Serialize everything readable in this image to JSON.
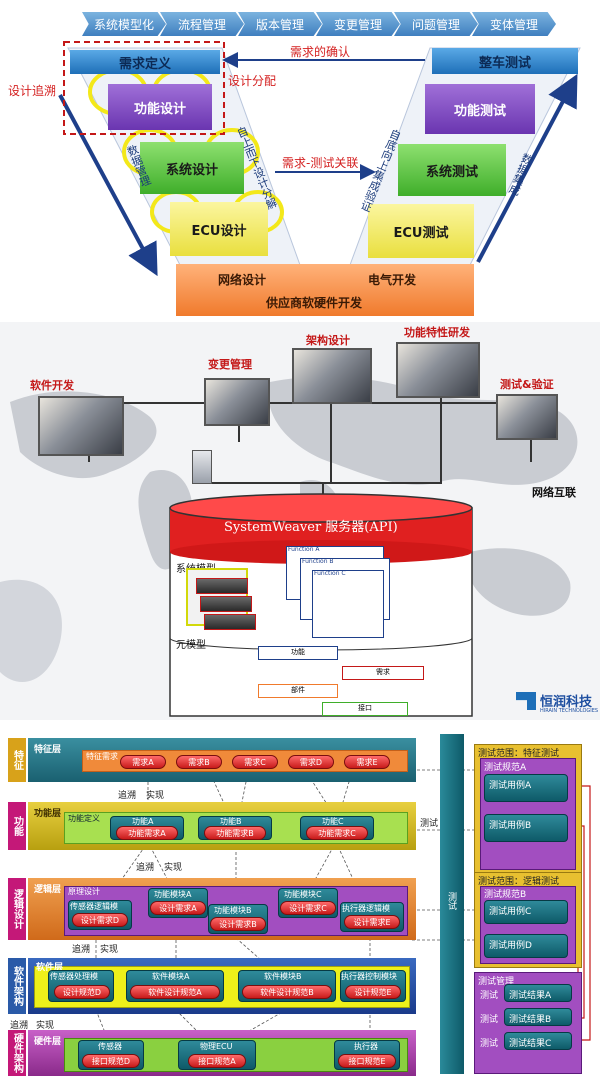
{
  "vmodel": {
    "chevrons": [
      "系统模型化",
      "流程管理",
      "版本管理",
      "变更管理",
      "问题管理",
      "变体管理"
    ],
    "left": {
      "req_def": "需求定义",
      "func_design": "功能设计",
      "sys_design": "系统设计",
      "ecu_design": "ECU设计"
    },
    "right": {
      "vehicle_test": "整车测试",
      "func_test": "功能测试",
      "sys_test": "系统测试",
      "ecu_test": "ECU测试"
    },
    "bottom": {
      "network": "网络设计",
      "electrical": "电气开发",
      "supplier": "供应商软硬件开发"
    },
    "annotations": {
      "req_confirm": "需求的确认",
      "design_alloc": "设计分配",
      "design_trace": "设计追溯",
      "req_test_link": "需求-测试关联",
      "data_mgmt": "数据管理",
      "top_down": "自上而下设计分解",
      "bottom_up": "自底向上集成验证",
      "data_integrate": "数据集成"
    },
    "colors": {
      "chevron": "#3f7fbf",
      "trace_box": "#c41818"
    }
  },
  "architecture": {
    "photos": {
      "software": "软件开发",
      "change": "变更管理",
      "arch": "架构设计",
      "feature": "功能特性研发",
      "test": "测试&验证"
    },
    "network": "网络互联",
    "server_title": "SystemWeaver 服务器(API)",
    "system_model": "系统模型",
    "meta_model": "元模型",
    "fn_labels": [
      "Function A",
      "Function B",
      "Function C"
    ],
    "meta_nodes": [
      "功能",
      "需求",
      "部件",
      "接口"
    ],
    "logo_text": "恒润科技",
    "logo_sub": "HIRAIN TECHNOLOGIES"
  },
  "layers": {
    "tabs": [
      "特征",
      "功能",
      "逻辑设计",
      "软件架构",
      "硬件架构"
    ],
    "feature": {
      "name": "特征层",
      "inner": "特征需求",
      "reqs": [
        "需求A",
        "需求B",
        "需求C",
        "需求D",
        "需求E"
      ]
    },
    "function": {
      "name": "功能层",
      "inner": "功能定义",
      "mods": [
        {
          "title": "功能A",
          "pill": "功能需求A"
        },
        {
          "title": "功能B",
          "pill": "功能需求B"
        },
        {
          "title": "功能C",
          "pill": "功能需求C"
        }
      ]
    },
    "logic": {
      "name": "逻辑层",
      "inner": "原理设计",
      "mods": [
        {
          "title": "传感器逻辑模",
          "pill": "设计需求D"
        },
        {
          "title": "功能模块A",
          "pill": "设计需求A"
        },
        {
          "title": "功能模块B",
          "pill": "设计需求B"
        },
        {
          "title": "功能模块C",
          "pill": "设计需求C"
        },
        {
          "title": "执行器逻辑模",
          "pill": "设计需求E"
        }
      ]
    },
    "software": {
      "name": "软件层",
      "mods": [
        {
          "title": "传感器处理模",
          "pill": "设计规范D"
        },
        {
          "title": "软件模块A",
          "pill": "软件设计规范A"
        },
        {
          "title": "软件模块B",
          "pill": "软件设计规范B"
        },
        {
          "title": "执行器控制模块",
          "pill": "设计规范E"
        }
      ]
    },
    "hardware": {
      "name": "硬件层",
      "mods": [
        {
          "title": "传感器",
          "pill": "接口规范D"
        },
        {
          "title": "物理ECU",
          "pill": "接口规范A"
        },
        {
          "title": "执行器",
          "pill": "接口规范E"
        }
      ]
    },
    "trace": [
      "追溯",
      "实现"
    ],
    "test_label": "测试",
    "test_side": "测试",
    "test_feature": {
      "title": "测试范围：特征测试",
      "spec": "测试规范A",
      "cases": [
        "测试用例A",
        "测试用例B"
      ]
    },
    "test_logic": {
      "title": "测试范围：逻辑测试",
      "spec": "测试规范B",
      "cases": [
        "测试用例C",
        "测试用例D"
      ]
    },
    "test_mgmt": {
      "title": "测试管理",
      "rows": [
        {
          "label": "测试",
          "result": "测试结果A"
        },
        {
          "label": "测试",
          "result": "测试结果B"
        },
        {
          "label": "测试",
          "result": "测试结果C"
        }
      ]
    }
  }
}
